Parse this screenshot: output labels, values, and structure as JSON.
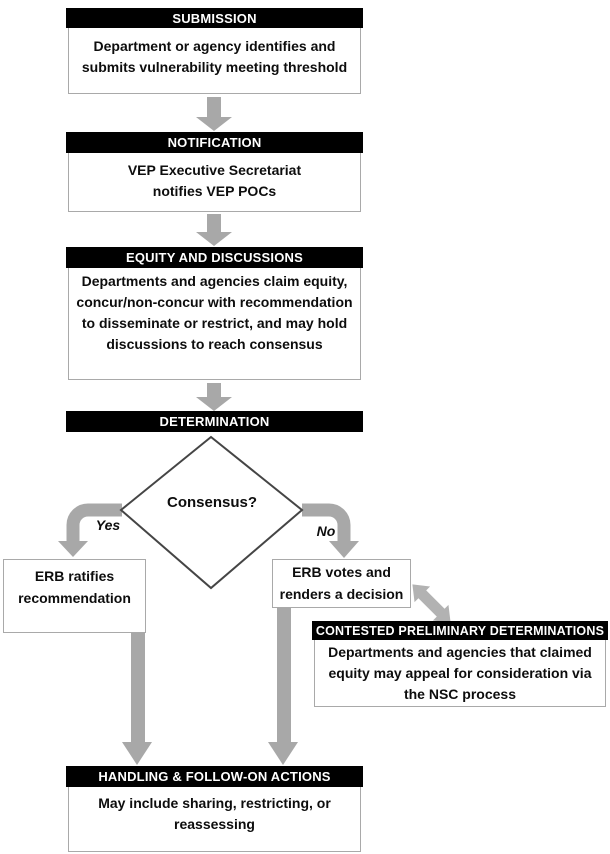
{
  "diagram": {
    "submission": {
      "header": "SUBMISSION",
      "body": "Department or agency identifies and\nsubmits vulnerability meeting threshold"
    },
    "notification": {
      "header": "NOTIFICATION",
      "body": "VEP Executive Secretariat\nnotifies VEP POCs"
    },
    "equity": {
      "header": "EQUITY AND DISCUSSIONS",
      "body": "Departments and agencies claim equity,\nconcur/non-concur with recommendation\nto disseminate or restrict, and may hold\ndiscussions to reach consensus"
    },
    "determination": {
      "header": "DETERMINATION"
    },
    "decision": {
      "question": "Consensus?",
      "yes_label": "Yes",
      "no_label": "No"
    },
    "erb_ratifies": {
      "body": "ERB ratifies\nrecommendation"
    },
    "erb_votes": {
      "body": "ERB votes and\nrenders a decision"
    },
    "contested": {
      "header": "CONTESTED PRELIMINARY DETERMINATIONS",
      "body": "Departments and agencies that claimed\nequity may appeal for consideration via\nthe NSC process"
    },
    "handling": {
      "header": "HANDLING & FOLLOW-ON ACTIONS",
      "body": "May include sharing, restricting, or\nreassessing"
    }
  },
  "colors": {
    "header_bg": "#000000",
    "header_text": "#ffffff",
    "box_border": "#a9a9a9",
    "arrow": "#a8a8a8",
    "arrow_light": "#b2b2b2",
    "diamond_border": "#454545",
    "text": "#0d0d0d",
    "background": "#ffffff"
  }
}
